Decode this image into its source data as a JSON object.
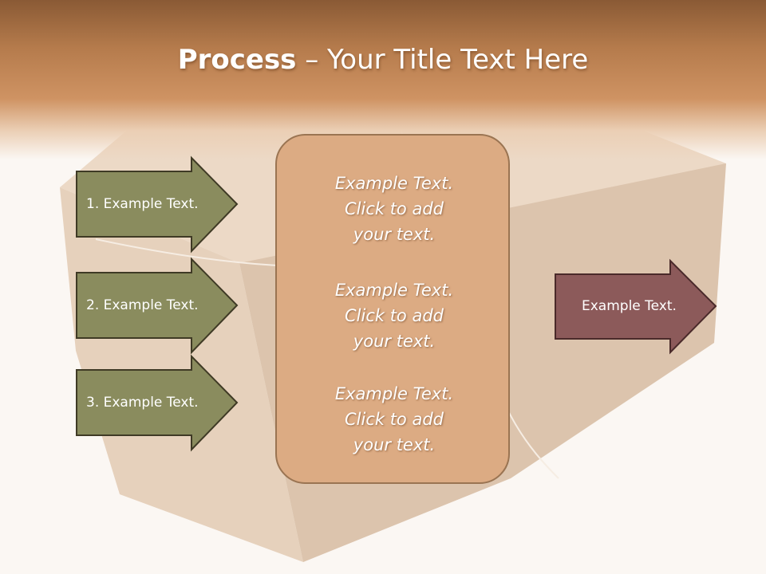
{
  "slide": {
    "title_bold": "Process",
    "title_rest": " – Your Title Text Here"
  },
  "inputs": [
    {
      "label": "1. Example Text."
    },
    {
      "label": "2. Example Text."
    },
    {
      "label": "3. Example Text."
    }
  ],
  "center": {
    "blocks": [
      {
        "line1": "Example Text.",
        "line2": "Click  to add",
        "line3": "your text."
      },
      {
        "line1": "Example Text.",
        "line2": "Click  to add",
        "line3": "your text."
      },
      {
        "line1": "Example Text.",
        "line2": "Click  to add",
        "line3": "your text."
      }
    ]
  },
  "output": {
    "label": "Example Text."
  },
  "colors": {
    "input_arrow": "#8a8c5e",
    "center_box": "#dcab83",
    "output_arrow": "#8c5a5a",
    "header": "#c88a58"
  }
}
